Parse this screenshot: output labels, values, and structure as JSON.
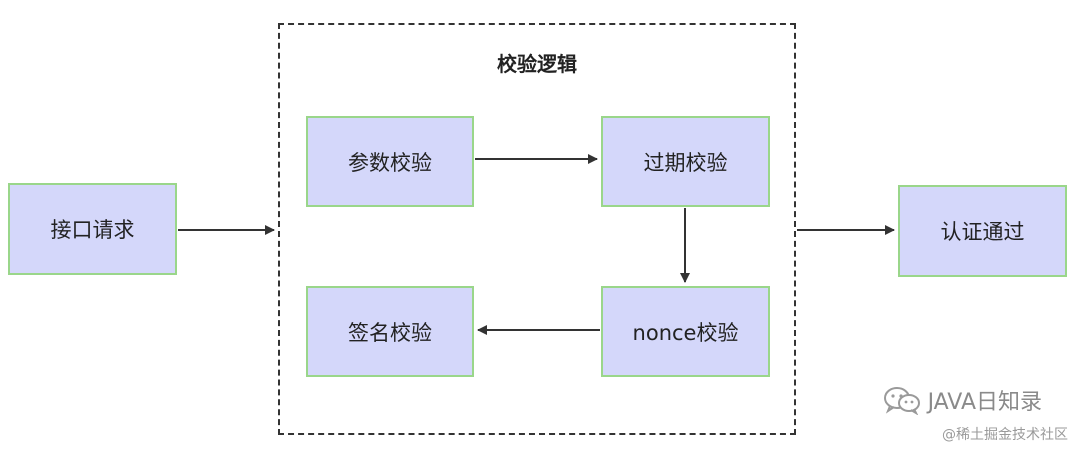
{
  "colors": {
    "node_fill": "#d4d7fa",
    "node_border": "#9ad68a",
    "edge": "#333333"
  },
  "group": {
    "title": "校验逻辑"
  },
  "nodes": {
    "request": "接口请求",
    "param_check": "参数校验",
    "expire_check": "过期校验",
    "nonce_check": "nonce校验",
    "sign_check": "签名校验",
    "auth_passed": "认证通过"
  },
  "edges": [
    {
      "from": "request",
      "to": "group"
    },
    {
      "from": "param_check",
      "to": "expire_check"
    },
    {
      "from": "expire_check",
      "to": "nonce_check"
    },
    {
      "from": "nonce_check",
      "to": "sign_check"
    },
    {
      "from": "group",
      "to": "auth_passed"
    }
  ],
  "watermark": {
    "icon": "wechat-icon",
    "account": "JAVA日知录",
    "credit": "@稀土掘金技术社区"
  }
}
